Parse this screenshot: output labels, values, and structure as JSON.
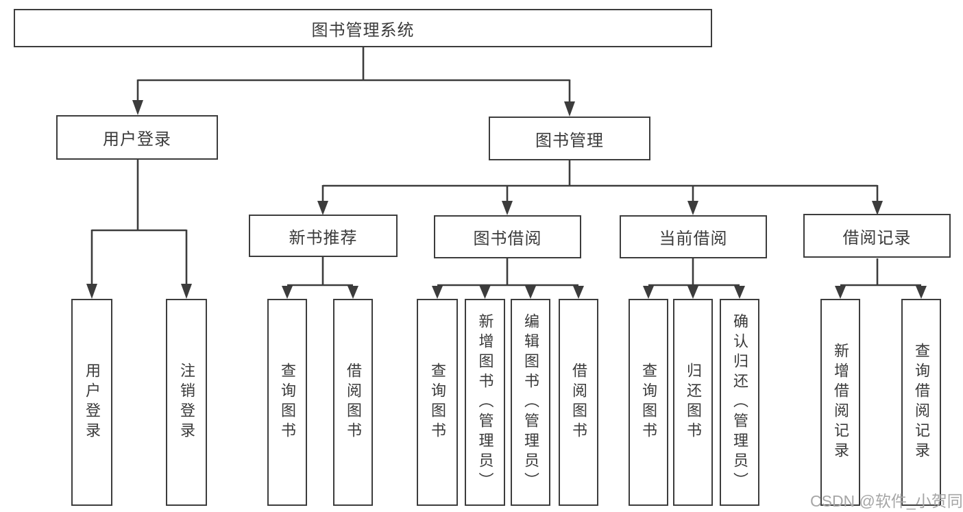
{
  "tree": {
    "label": "图书管理系统",
    "children": [
      {
        "label": "用户登录",
        "children": [
          {
            "label": "用户登录"
          },
          {
            "label": "注销登录"
          }
        ]
      },
      {
        "label": "图书管理",
        "children": [
          {
            "label": "新书推荐",
            "children": [
              {
                "label": "查询图书"
              },
              {
                "label": "借阅图书"
              }
            ]
          },
          {
            "label": "图书借阅",
            "children": [
              {
                "label": "查询图书"
              },
              {
                "label": "新增图书（管理员）"
              },
              {
                "label": "编辑图书（管理员）"
              },
              {
                "label": "借阅图书"
              }
            ]
          },
          {
            "label": "当前借阅",
            "children": [
              {
                "label": "查询图书"
              },
              {
                "label": "归还图书"
              },
              {
                "label": "确认归还（管理员）"
              }
            ]
          },
          {
            "label": "借阅记录",
            "children": [
              {
                "label": "新增借阅记录"
              },
              {
                "label": "查询借阅记录"
              }
            ]
          }
        ]
      }
    ]
  },
  "colors": {
    "line": "#3c3c3c",
    "text": "#3a3a3a",
    "watermark": "#a6a6a6",
    "background": "#ffffff"
  },
  "watermark": {
    "text": "CSDN @软件_小贺同学"
  }
}
